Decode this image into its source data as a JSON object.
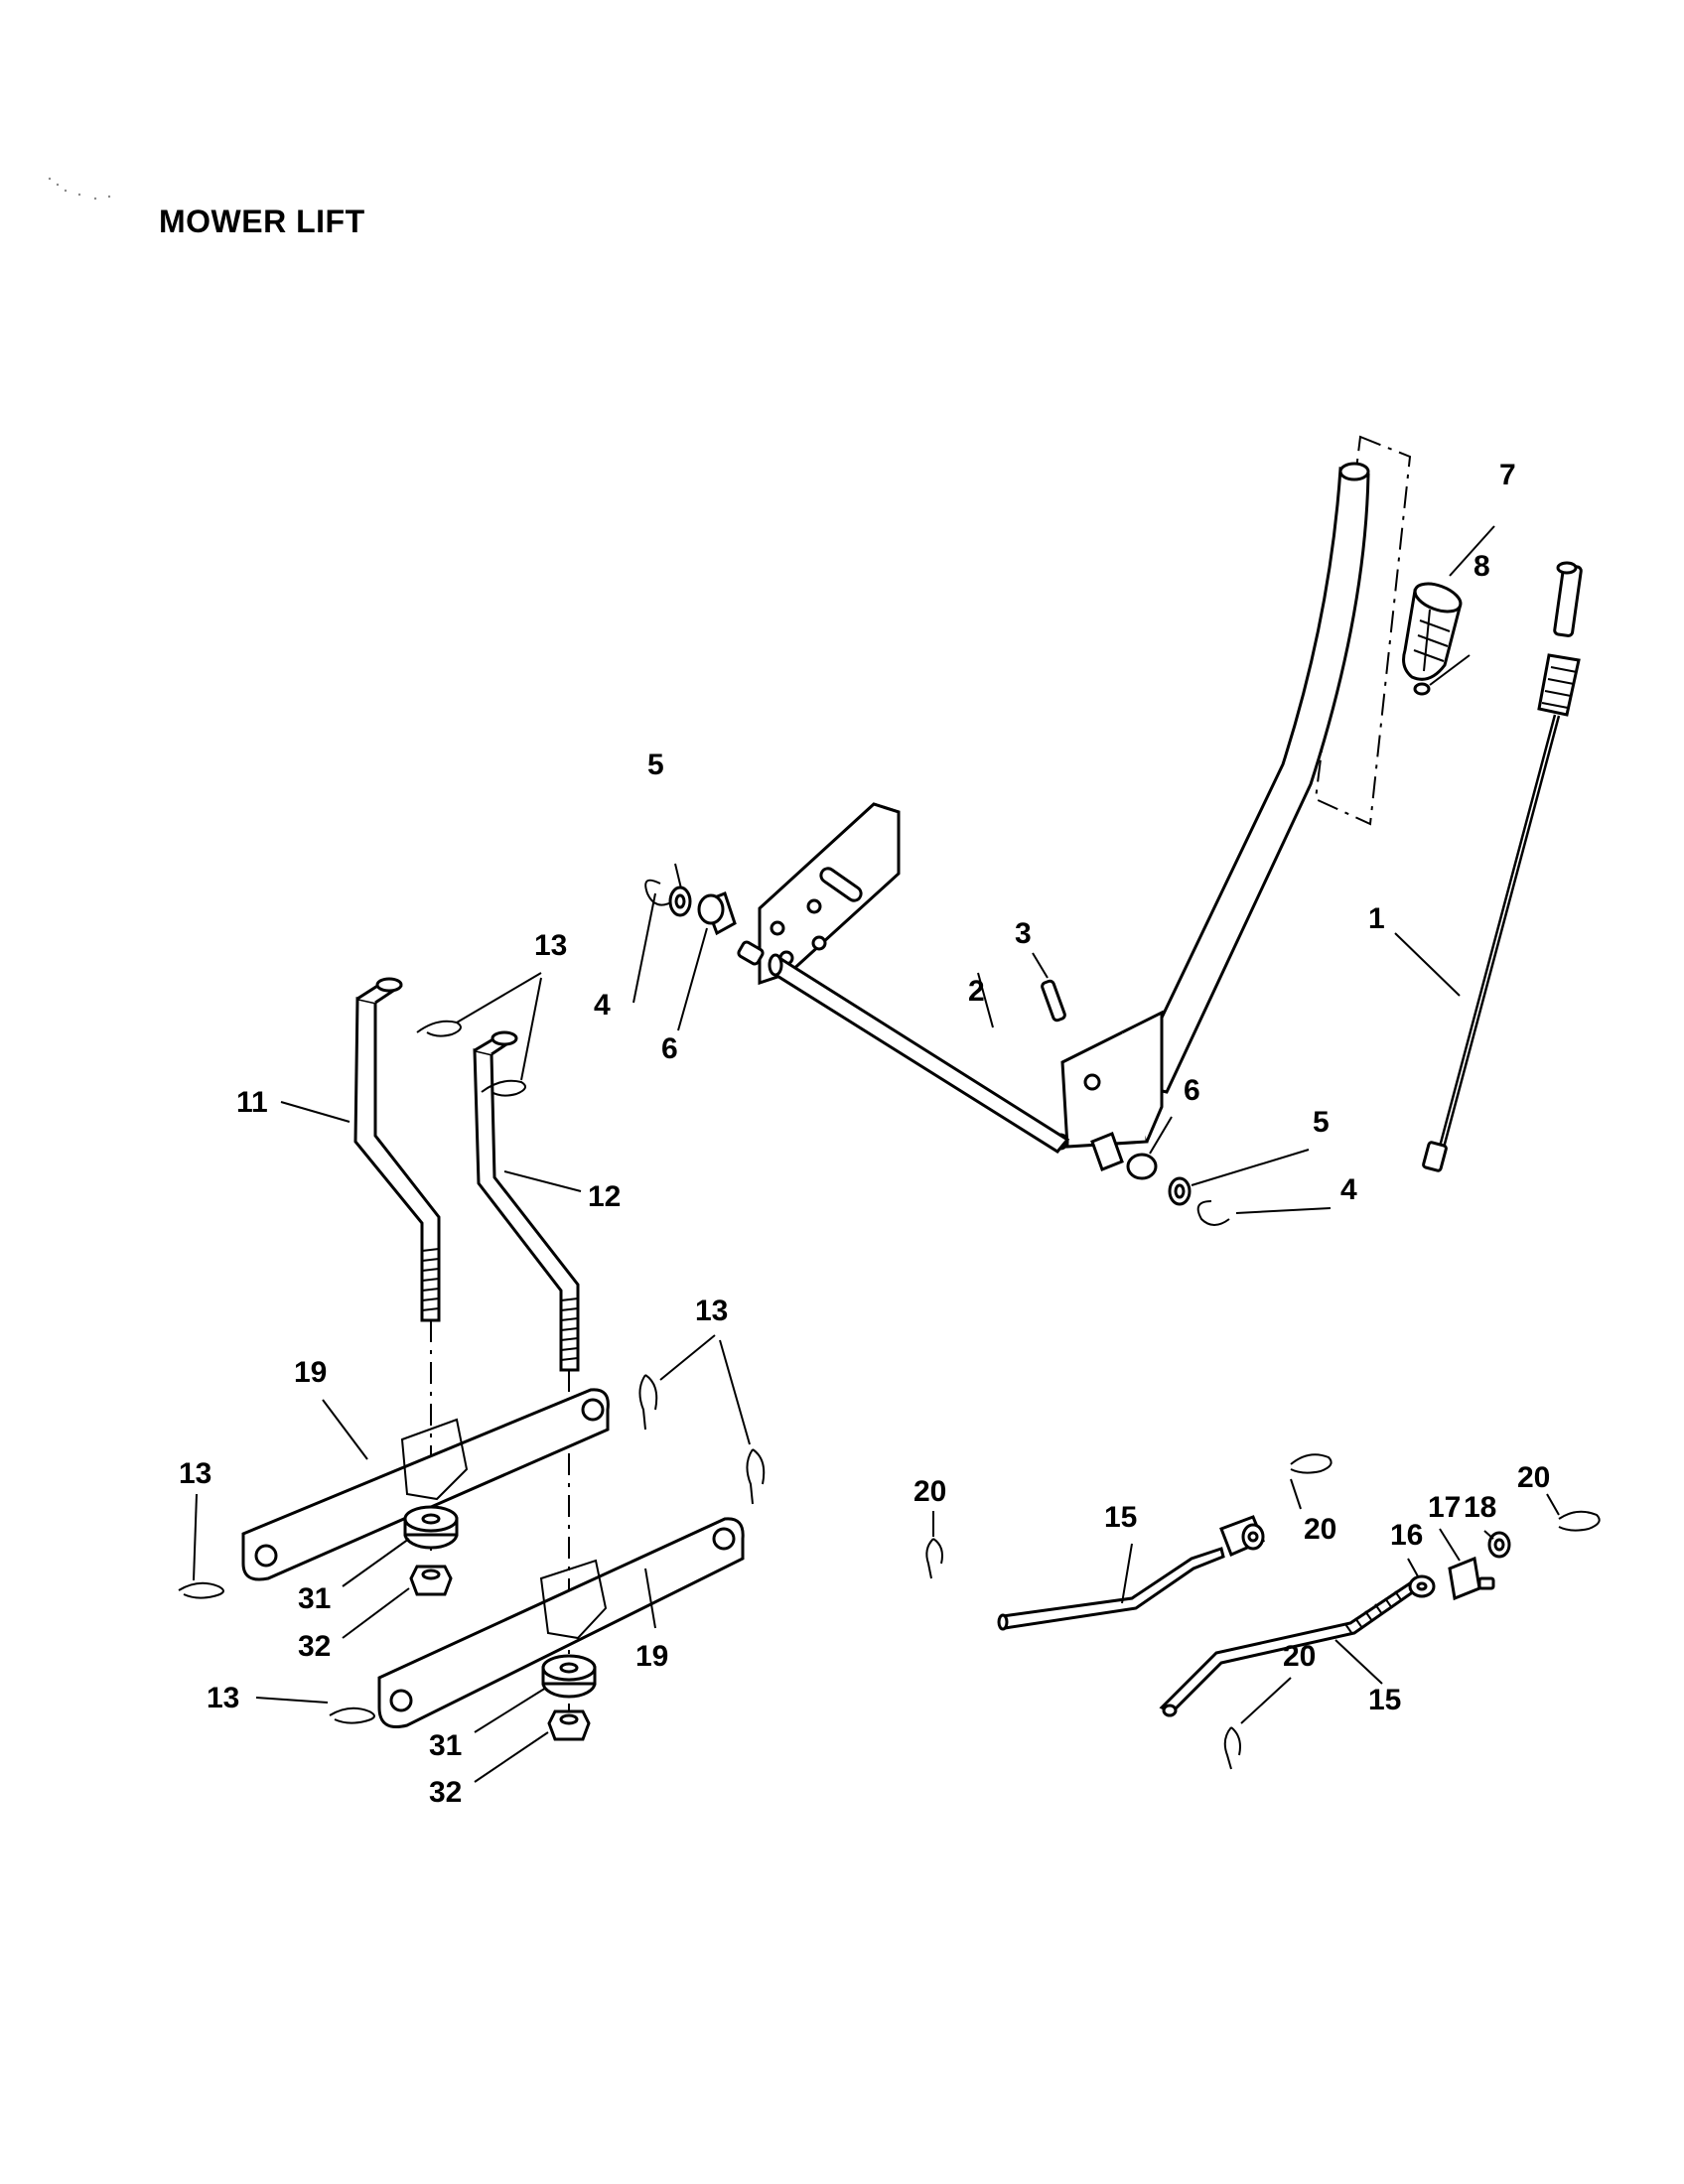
{
  "title": "MOWER LIFT",
  "callouts": {
    "c1": "1",
    "c2": "2",
    "c3": "3",
    "c4a": "4",
    "c4b": "4",
    "c5a": "5",
    "c5b": "5",
    "c6a": "6",
    "c6b": "6",
    "c7": "7",
    "c8": "8",
    "c11": "11",
    "c12": "12",
    "c13a": "13",
    "c13b": "13",
    "c13c": "13",
    "c13d": "13",
    "c15a": "15",
    "c15b": "15",
    "c16": "16",
    "c17": "17",
    "c18": "18",
    "c19a": "19",
    "c19b": "19",
    "c20a": "20",
    "c20b": "20",
    "c20c": "20",
    "c20d": "20",
    "c31a": "31",
    "c31b": "31",
    "c32a": "32",
    "c32b": "32"
  }
}
